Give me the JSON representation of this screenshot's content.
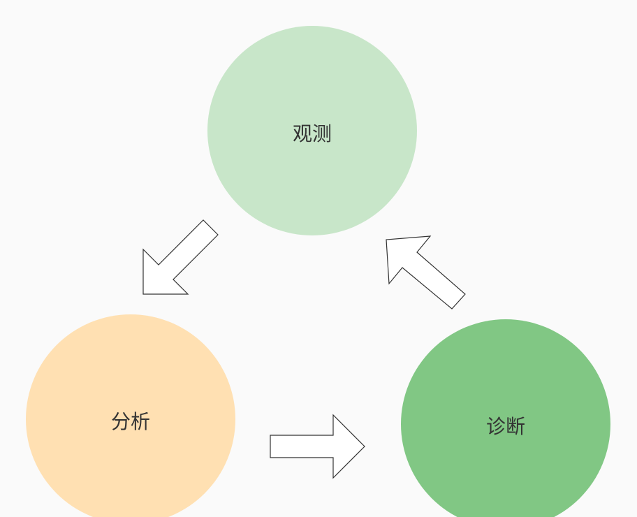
{
  "diagram": {
    "nodes": [
      {
        "id": "observe",
        "label": "观测",
        "color": "#c8e6c9"
      },
      {
        "id": "analyze",
        "label": "分析",
        "color": "#ffe0b2"
      },
      {
        "id": "diagnose",
        "label": "诊断",
        "color": "#81c784"
      }
    ],
    "edges": [
      {
        "from": "observe",
        "to": "analyze"
      },
      {
        "from": "analyze",
        "to": "diagnose"
      },
      {
        "from": "diagnose",
        "to": "observe"
      }
    ]
  }
}
